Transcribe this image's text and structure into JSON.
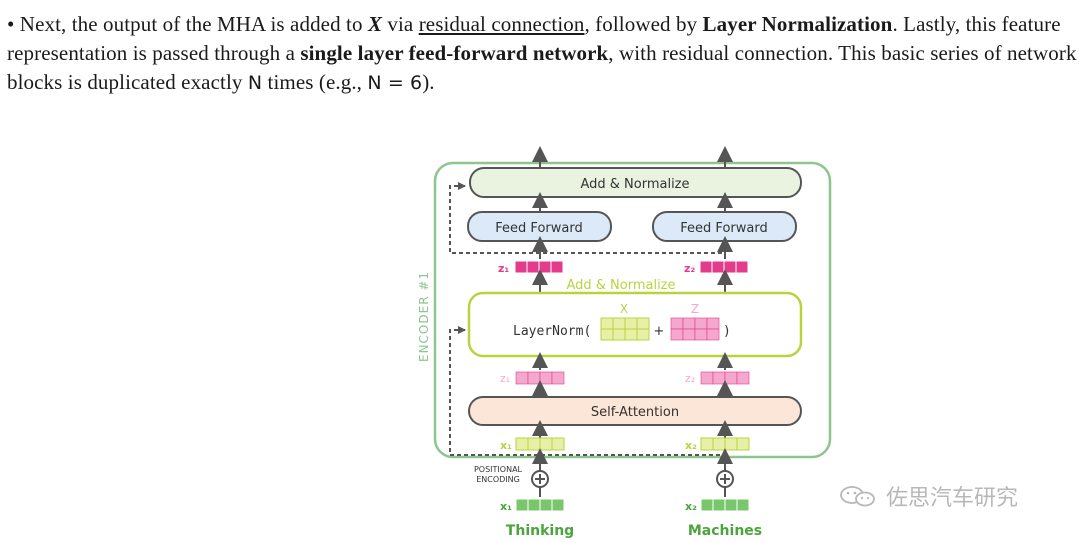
{
  "paragraph": {
    "bullet": "•",
    "s1": " Next, the output of the MHA is added to ",
    "x": "X",
    "s2": " via ",
    "link": "residual connection",
    "s3": ", followed by ",
    "b1": "Layer Normalization",
    "s4": ". Lastly, this feature representation is passed through a ",
    "b2": "single layer feed-forward network",
    "s5": ", with residual connection. This basic series of network blocks is duplicated exactly ",
    "n1": "N",
    "s6": " times (e.g., ",
    "n2": "N = 6",
    "s7": ")."
  },
  "diagram": {
    "encoder_label": "ENCODER #1",
    "add_normalize_top": "Add & Normalize",
    "feed_forward_left": "Feed Forward",
    "feed_forward_right": "Feed Forward",
    "z1": "z₁",
    "z2": "z₂",
    "add_normalize_mid": "Add & Normalize",
    "layernorm_prefix": "LayerNorm(",
    "layernorm_plus": "+",
    "layernorm_suffix": ")",
    "x_label": "X",
    "z_label": "Z",
    "self_attention": "Self-Attention",
    "x1": "x₁",
    "x2": "x₂",
    "positional_encoding_1": "POSITIONAL",
    "positional_encoding_2": "ENCODING",
    "word1": "Thinking",
    "word2": "Machines",
    "colors": {
      "encoder_border": "#8fc48f",
      "add_norm_fill": "#eaf3df",
      "feed_forward_fill": "#dbe9f8",
      "self_attention_fill": "#fbe6d7",
      "layernorm_border": "#b7d43f",
      "z_cell_strong": "#e43b8c",
      "z_cell_light": "#f4a8cd",
      "x_cell": "#e8f0a8",
      "x_input_cell": "#79c76a"
    }
  },
  "watermark": {
    "text": "佐思汽车研究",
    "icon": "wechat-icon"
  }
}
